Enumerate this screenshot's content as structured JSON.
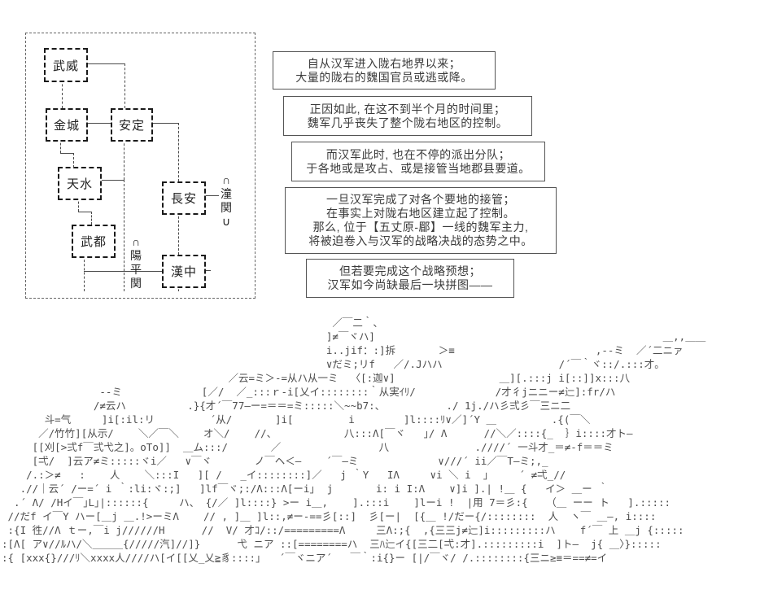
{
  "map": {
    "cities": [
      {
        "id": "wuwei",
        "label": "武威"
      },
      {
        "id": "jincheng",
        "label": "金城"
      },
      {
        "id": "anding",
        "label": "安定"
      },
      {
        "id": "tianshui",
        "label": "天水"
      },
      {
        "id": "changan",
        "label": "長安"
      },
      {
        "id": "wudu",
        "label": "武都"
      },
      {
        "id": "hanzhong",
        "label": "漢中"
      }
    ],
    "passes": [
      {
        "id": "tongguan",
        "chars": [
          "∩",
          "潼",
          "関",
          "∪"
        ]
      },
      {
        "id": "yangpingguan",
        "chars": [
          "∩",
          "陽",
          "平",
          "関"
        ]
      }
    ]
  },
  "narration": {
    "boxes": [
      {
        "lines": [
          "自从汉军进入陇右地界以来；",
          "大量的陇右的魏国官员或逃或降。"
        ]
      },
      {
        "lines": [
          "正因如此, 在这不到半个月的时间里；",
          "魏军几乎丧失了整个陇右地区的控制。"
        ]
      },
      {
        "lines": [
          "而汉军此时, 也在不停的派出分队；",
          "于各地或是攻占、或是接管当地郡县要道。"
        ]
      },
      {
        "lines": [
          "一旦汉军完成了对各个要地的接管；",
          "在事实上对陇右地区建立起了控制。",
          "那么, 位于【五丈原-郿】一线的魏军主力,",
          "将被迫卷入与汉军的战略决战的态势之中。"
        ]
      },
      {
        "lines": [
          "但若要完成这个战略预想；",
          "汉军如今尚缺最后一块拼图——"
        ]
      }
    ]
  },
  "ascii_art": {
    "lines": [
      "                                                      ／￣二｀、",
      "                                                     ]≠￣ヾハ]                                               ＿,,＿＿",
      "                                                     i..jif：:]拆       ＞≡                       ,--ミ  ／´二ニァ",
      "                                                     ∨だミ;リf   ／/.Jハハ                   /´￣｀ヾ::/.:::才。",
      "                                     ／云=ミ＞-=从ハ从一ミ  〈[:迦∨]                 ＿][.:::j i[::]]x:::八",
      "                --ミ             [／/  ／_:::ｒ-i[乂イ::::::::｀从実ｲﾘ/             /才彳jニニー≠辷]:fr/ハ",
      "               /≠云ハ          .}{才´￣77—ー=＝＝=ミ:::::＼~~b7:、          ./ 1j./ハ彡弍彡￣三ニ二",
      "       斗=气     ]i[:il:リ         ´从/       ]i[         i        ]l::::ﾘ∨／]´Y ＿         .{(￣＼",
      "      ／/竹竹][从示/    ＼／￣＼    オ＼/    //、           八:::Λ[￣ヾ   ｣/ Λ      //＼／::::{_  ｝i::::才ト—",
      "     [[刈[>弍f￣弍弋之]。oTo]]  ＿ム:::/       ／                八              .////´ 一斗才_＝≠-f＝＝ミ",
      "     [弌/  ]云ア≠ミ:::::ヾi／   ∨￣ヾ       ノ￣ヘ＜—    ´￣—ミ             ∨///´ ii／￣T—ミ;,_",
      "    /.:＞≠   :    人    ＼:::I   ][ /   _イ::::::::]／   j ｀Y   IΛ     ∨i ＼ i  ｣     ´ ≠弌_//",
      "   .//｜云´ /ー=´ i ｀:li:ヾ:;]   ]lf￣ヾ;:/Λ:::Λ[ーi｣  j       i: i I:Λ    ∨]i ].| !＿ {   イ＞ ＿ー ｀",
      "  .´ Λ/ /Hイ￣｣L｣|::::::{     ハ、 {/／ ]l::::} >ー i＿,    ].:::i    ]lーi !  |用 7＝彡:{   （＿ ーー ト   ].:::::",
      " //だf イ￣Y ハー[＿j ＿.!>ーミΛ    // , ]＿ ]l::,≠ー-==彡[::]  彡[ー|  [{＿ !/だー{/::::::::  人  ヽ￣ ＿—, i::::",
      " :{I 徃//Λ ｔー,￣i j//////H      //  V/ 才ｺ/::/=========Λ     三Λ:;{  ,{三三j≠辷]i:::::::::ハ    f´￣ 上 ＿j {:::::",
      ":[Λ[ ア∨//ﾙハ/＼＿＿＿{/////汽]//]}      弋 ニア ::[========ハ  三ﾊ辷イ{[三二[弌:才].:::::::::i  ]ト—  j{ ＿〉}:::::",
      ":{ [xxx{}///ﾘ＼xxxx人////ハ[イ[[乂_乂≧豸::::｣   ´￣ヾニア´   ￣｀:i{}ー [|/￣ヾ/ /.::::::::{三ニ≥≡＝==≠=イ"
    ]
  }
}
